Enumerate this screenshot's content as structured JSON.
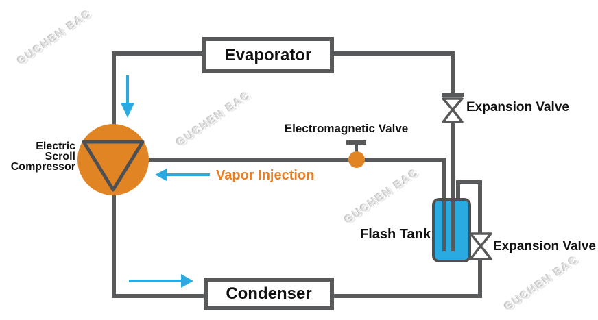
{
  "diagram": {
    "type": "refrigeration-cycle-schematic",
    "watermark": {
      "text": "GUCHEN EAC"
    },
    "components": {
      "evaporator": {
        "label": "Evaporator"
      },
      "condenser": {
        "label": "Condenser"
      },
      "compressor": {
        "label_line1": "Electric",
        "label_line2": "Scroll",
        "label_line3": "Compressor",
        "symbol": "orange circle with inverted triangle"
      },
      "flash_tank": {
        "label": "Flash Tank"
      },
      "expansion_valve_top": {
        "label": "Expansion Valve",
        "symbol": "bowtie-valve"
      },
      "expansion_valve_bottom": {
        "label": "Expansion Valve",
        "symbol": "bowtie-valve"
      },
      "electromagnetic_valve": {
        "label": "Electromagnetic Valve",
        "symbol": "orange circle with stem"
      },
      "vapor_injection": {
        "label": "Vapor Injection"
      }
    },
    "flow_arrows": [
      {
        "direction": "down",
        "location": "into compressor suction from evaporator line"
      },
      {
        "direction": "left",
        "location": "vapor injection line into compressor"
      },
      {
        "direction": "right",
        "location": "discharge line toward condenser"
      }
    ],
    "colors": {
      "pipe": "#58595B",
      "component_orange": "#E08424",
      "flow_arrow_blue": "#29ABE2",
      "flash_tank_fill": "#29ABE2",
      "vapor_injection_text": "#E87E24",
      "label_text": "#111111",
      "background": "#FFFFFF"
    }
  }
}
